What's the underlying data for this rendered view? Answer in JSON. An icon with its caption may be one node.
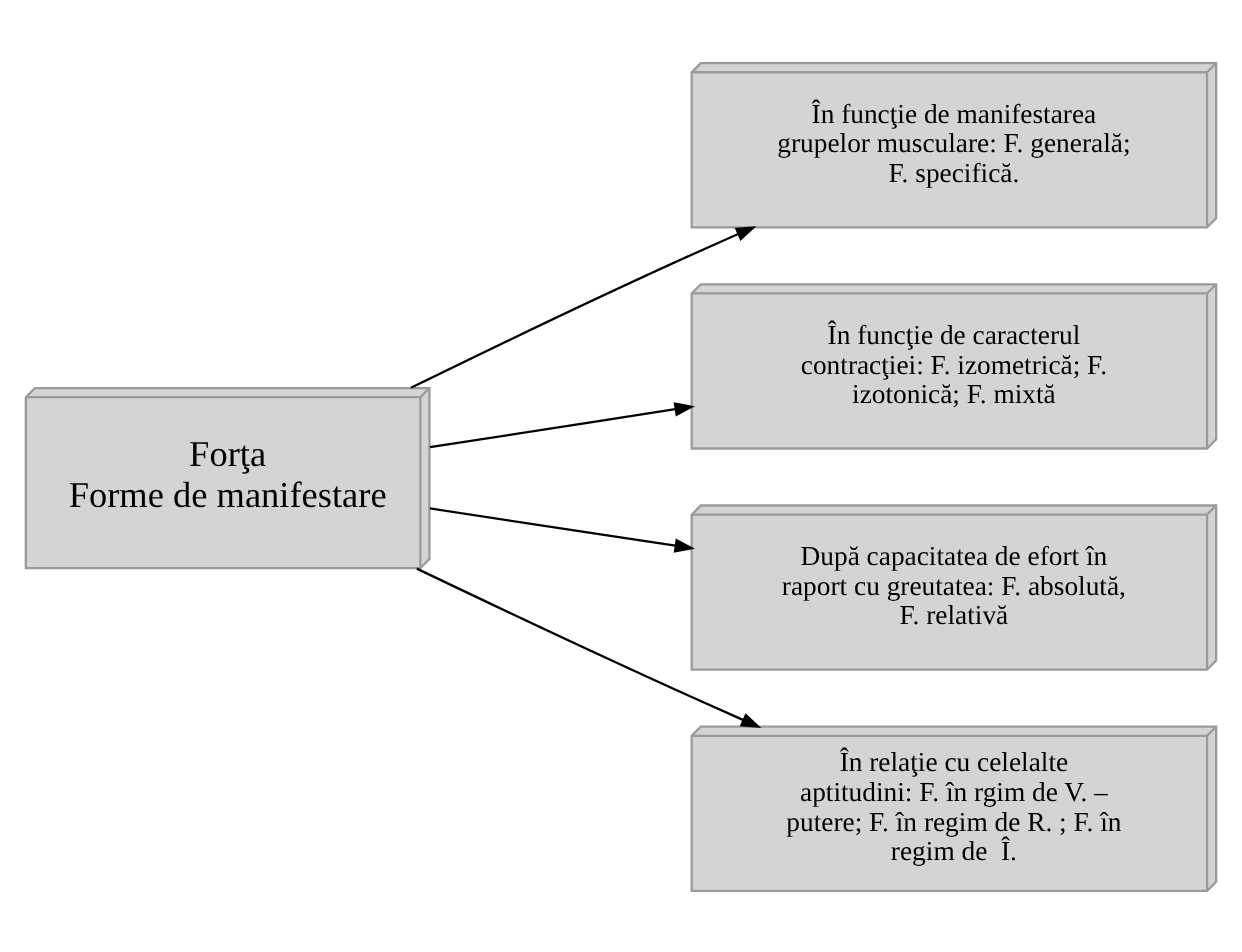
{
  "diagram": {
    "nodes": [
      {
        "text": [
          "Forţa",
          "Forme de manifestare"
        ]
      },
      {
        "text": [
          "În funcţie de manifestarea grupelor musculare: F. generală; F. specifică."
        ]
      },
      {
        "text": [
          "În funcţie de caracterul contracţiei: F. izometrică; F. izotonică; F. mixtă"
        ]
      },
      {
        "text": [
          "După capacitatea de efort în raport cu greutatea: F. absolută, F. relativă"
        ]
      },
      {
        "text": [
          "În relaţie cu celelalte aptitudini: F. în rgim de V. – putere; F. în regim de R. ; F. în regim de  Î."
        ]
      }
    ],
    "edges": [
      {
        "from": 0,
        "to": 1,
        "arrow": "to"
      },
      {
        "from": 0,
        "to": 2,
        "arrow": "to"
      },
      {
        "from": 0,
        "to": 3,
        "arrow": "to"
      },
      {
        "from": 0,
        "to": 4,
        "arrow": "to"
      }
    ]
  }
}
